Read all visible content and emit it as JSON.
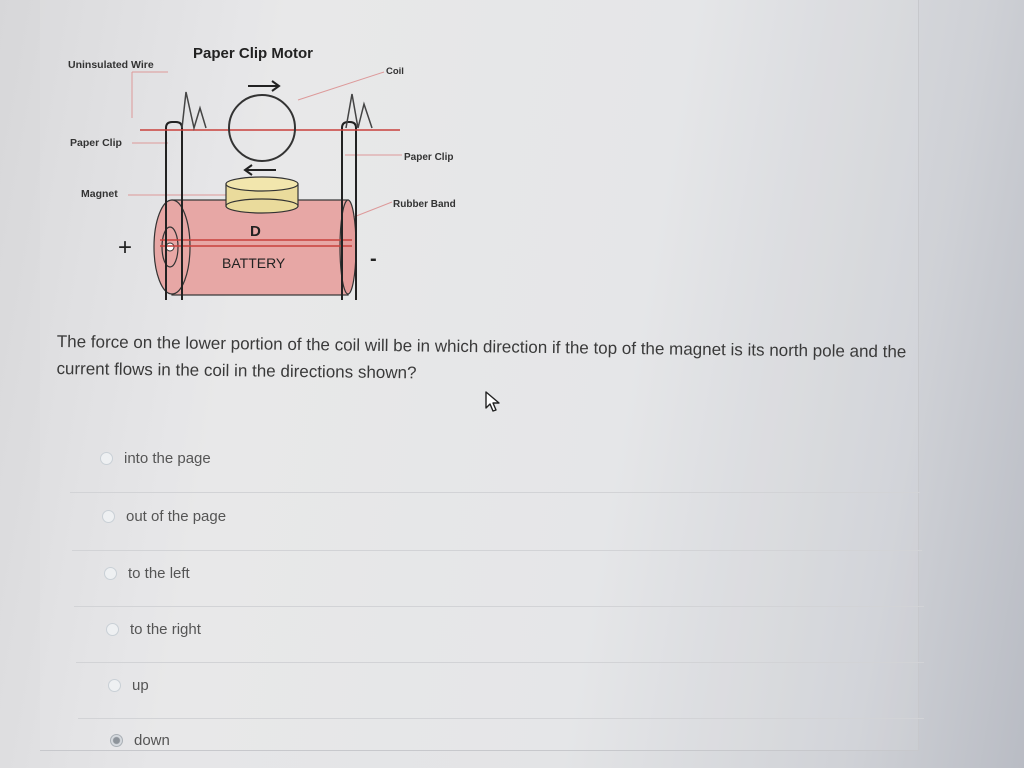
{
  "diagram": {
    "title": "Paper Clip Motor",
    "labels": {
      "uninsulated_wire": "Uninsulated Wire",
      "coil": "Coil",
      "paper_clip_left": "Paper Clip",
      "paper_clip_right": "Paper Clip",
      "magnet": "Magnet",
      "rubber_band": "Rubber Band",
      "battery_size": "D",
      "battery": "BATTERY",
      "plus": "+",
      "minus": "-"
    }
  },
  "question": {
    "text": "The force on the lower portion of the coil will be in which direction if the top of the magnet is its north pole and the current flows in the coil in the directions shown?"
  },
  "answers": [
    {
      "label": "into the page",
      "selected": false
    },
    {
      "label": "out of the page",
      "selected": false
    },
    {
      "label": "to the left",
      "selected": false
    },
    {
      "label": "to the right",
      "selected": false
    },
    {
      "label": "up",
      "selected": false
    },
    {
      "label": "down",
      "selected": true
    }
  ],
  "colors": {
    "battery_fill": "#e7a7a5",
    "magnet_fill": "#eadb9c",
    "wire_red": "#c9413c",
    "text": "#3a3a3a"
  }
}
